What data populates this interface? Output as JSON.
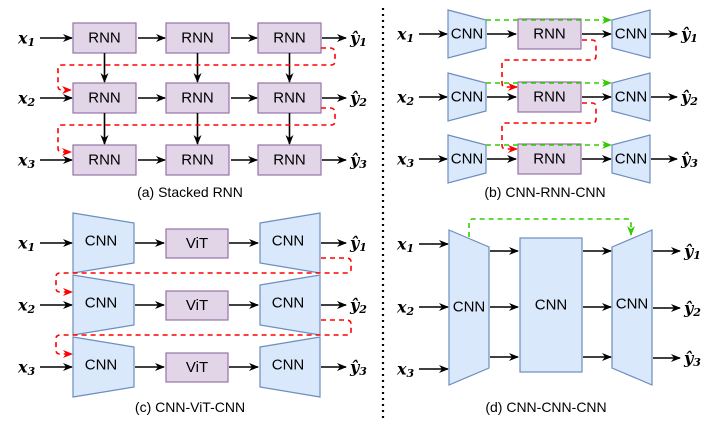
{
  "colors": {
    "rnn_fill": "#e1d5e7",
    "rnn_stroke": "#9673a6",
    "cnn_fill": "#dae8fc",
    "cnn_stroke": "#6c8ebf",
    "recurrent_arrow": "#ff0000",
    "skip_arrow": "#33cc00",
    "divider": "#000000"
  },
  "inputs": [
    {
      "symbol": "x",
      "sub": "1"
    },
    {
      "symbol": "x",
      "sub": "2"
    },
    {
      "symbol": "x",
      "sub": "3"
    }
  ],
  "outputs": [
    {
      "symbol": "ŷ",
      "sub": "1"
    },
    {
      "symbol": "ŷ",
      "sub": "2"
    },
    {
      "symbol": "ŷ",
      "sub": "3"
    }
  ],
  "panels": {
    "a": {
      "caption": "(a) Stacked RNN",
      "block_label": "RNN"
    },
    "b": {
      "caption": "(b) CNN-RNN-CNN",
      "encoder_label": "CNN",
      "middle_label": "RNN",
      "decoder_label": "CNN"
    },
    "c": {
      "caption": "(c) CNN-ViT-CNN",
      "encoder_label": "CNN",
      "middle_label": "ViT",
      "decoder_label": "CNN"
    },
    "d": {
      "caption": "(d) CNN-CNN-CNN",
      "encoder_label": "CNN",
      "middle_label": "CNN",
      "decoder_label": "CNN"
    }
  }
}
